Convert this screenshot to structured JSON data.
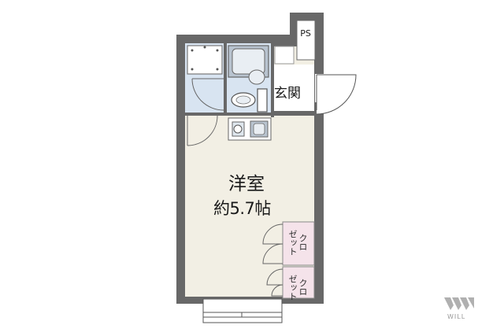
{
  "plan": {
    "room_name": "洋室",
    "room_size": "約5.7帖",
    "entrance": "玄関",
    "pipe_space": "PS",
    "closets": [
      {
        "col_a": "ゼット",
        "col_b": "クロ"
      },
      {
        "col_a": "ゼット",
        "col_b": "クロ"
      }
    ]
  },
  "brand": {
    "text": "WILL"
  },
  "colors": {
    "wall": "#686868",
    "room_floor": "#f2efe4",
    "wet_area": "#d8e4f1",
    "closet": "#f5e3ea",
    "fixture": "#b8c3cf"
  }
}
